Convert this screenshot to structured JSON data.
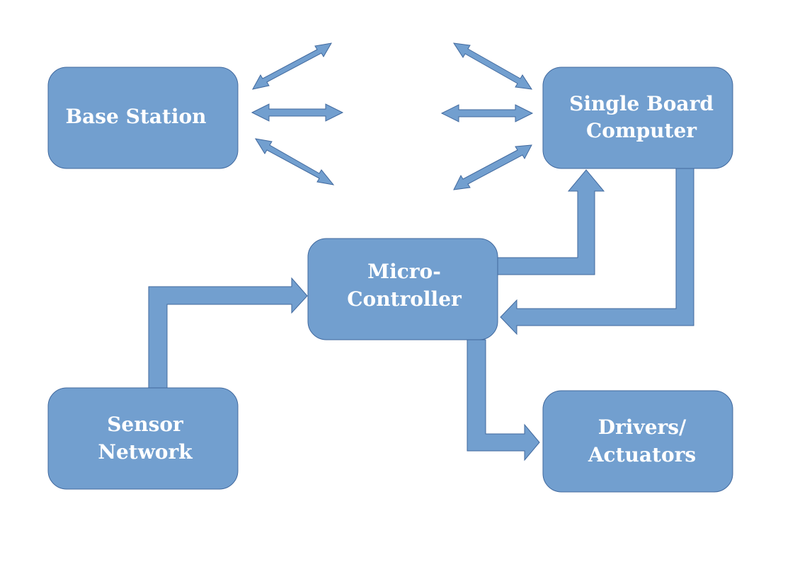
{
  "colors": {
    "box_fill": "#729fcf",
    "box_stroke": "#41699e",
    "arrow_fill": "#729fcf"
  },
  "nodes": {
    "base_station": {
      "line1": "Base Station"
    },
    "single_board_computer": {
      "line1": "Single Board",
      "line2": "Computer"
    },
    "micro_controller": {
      "line1": "Micro-",
      "line2": "Controller"
    },
    "sensor_network": {
      "line1": "Sensor",
      "line2": "Network"
    },
    "drivers_actuators": {
      "line1": "Drivers/",
      "line2": "Actuators"
    }
  }
}
